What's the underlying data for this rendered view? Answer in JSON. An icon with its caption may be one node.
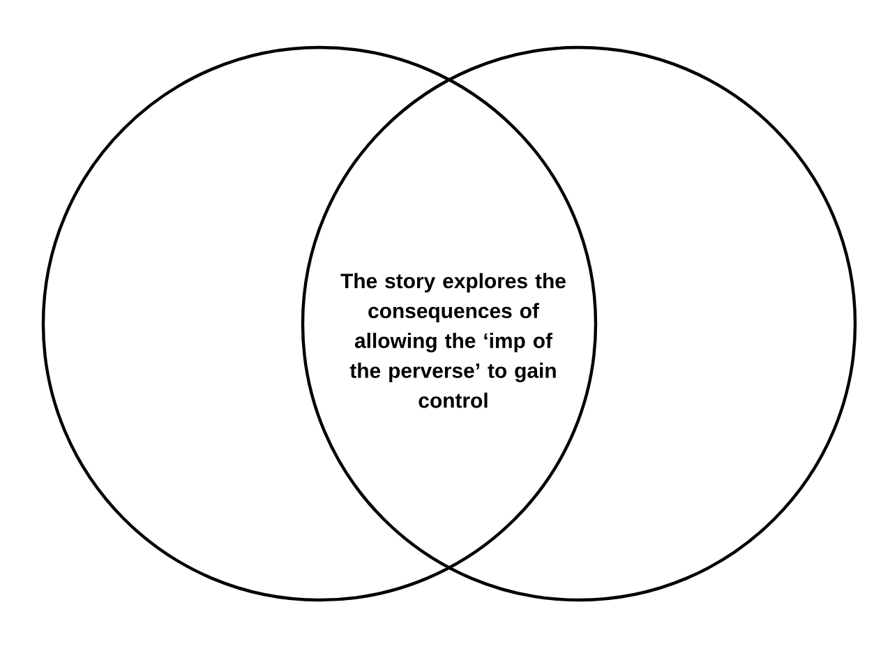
{
  "diagram": {
    "nodes": [
      {
        "text": [],
        "shape": "circle"
      },
      {
        "text": [],
        "shape": "circle"
      }
    ],
    "labels": [
      "The story explores the consequences of allowing the ‘imp of the perverse’ to gain control"
    ]
  }
}
